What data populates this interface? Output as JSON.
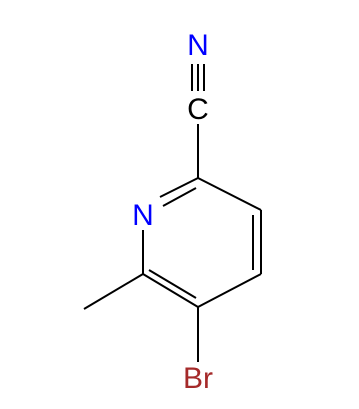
{
  "molecule": {
    "atoms": {
      "nitrile_n": {
        "symbol": "N",
        "color": "#0000ff"
      },
      "nitrile_c": {
        "symbol": "C",
        "color": "#000000"
      },
      "ring_n": {
        "symbol": "N",
        "color": "#0000ff"
      },
      "bromine": {
        "symbol": "Br",
        "color": "#a52a2a"
      }
    },
    "bond_color": "#000000"
  }
}
